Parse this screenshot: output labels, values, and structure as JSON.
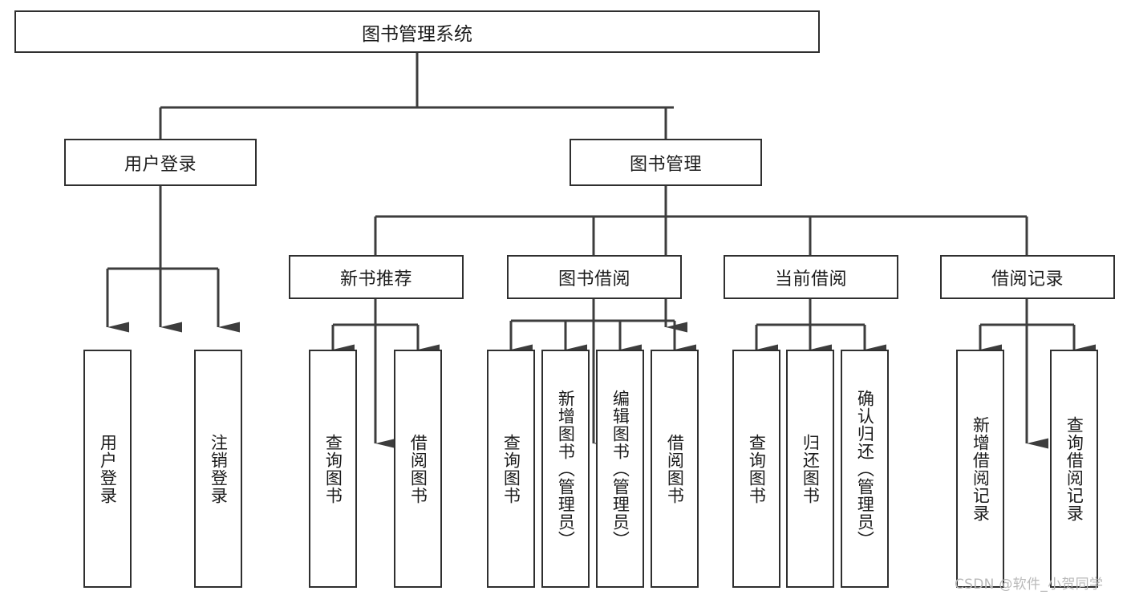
{
  "diagram": {
    "title": "图书管理系统",
    "type": "hierarchy-tree",
    "watermark": "CSDN @软件_小贺同学",
    "colors": {
      "box_border": "#2f2f2f",
      "box_fill": "#ffffff",
      "text": "#1c1c1c",
      "edge": "#3d3d3d",
      "watermark": "#b9b9b9"
    },
    "nodes": {
      "root": {
        "label": "图书管理系统"
      },
      "level2": [
        {
          "id": "user-login",
          "label": "用户登录"
        },
        {
          "id": "book-management",
          "label": "图书管理"
        }
      ],
      "level3": [
        {
          "id": "new-book-recommend",
          "label": "新书推荐"
        },
        {
          "id": "book-borrow",
          "label": "图书借阅"
        },
        {
          "id": "current-borrow",
          "label": "当前借阅"
        },
        {
          "id": "borrow-record",
          "label": "借阅记录"
        }
      ],
      "leaves": {
        "user_login": [
          {
            "id": "leaf-user-login",
            "label": "用户登录"
          },
          {
            "id": "leaf-logout-login",
            "label": "注销登录"
          }
        ],
        "new_book_recommend": [
          {
            "id": "leaf-query-book-1",
            "label": "查询图书"
          },
          {
            "id": "leaf-borrow-book-1",
            "label": "借阅图书"
          }
        ],
        "book_borrow": [
          {
            "id": "leaf-query-book-2",
            "label": "查询图书"
          },
          {
            "id": "leaf-add-book",
            "label": "新增图书（管理员）"
          },
          {
            "id": "leaf-edit-book",
            "label": "编辑图书（管理员）"
          },
          {
            "id": "leaf-borrow-book-2",
            "label": "借阅图书"
          }
        ],
        "current_borrow": [
          {
            "id": "leaf-query-book-3",
            "label": "查询图书"
          },
          {
            "id": "leaf-return-book",
            "label": "归还图书"
          },
          {
            "id": "leaf-confirm-return",
            "label": "确认归还（管理员）"
          }
        ],
        "borrow_record": [
          {
            "id": "leaf-add-record",
            "label": "新增借阅记录"
          },
          {
            "id": "leaf-query-record",
            "label": "查询借阅记录"
          }
        ]
      }
    }
  }
}
